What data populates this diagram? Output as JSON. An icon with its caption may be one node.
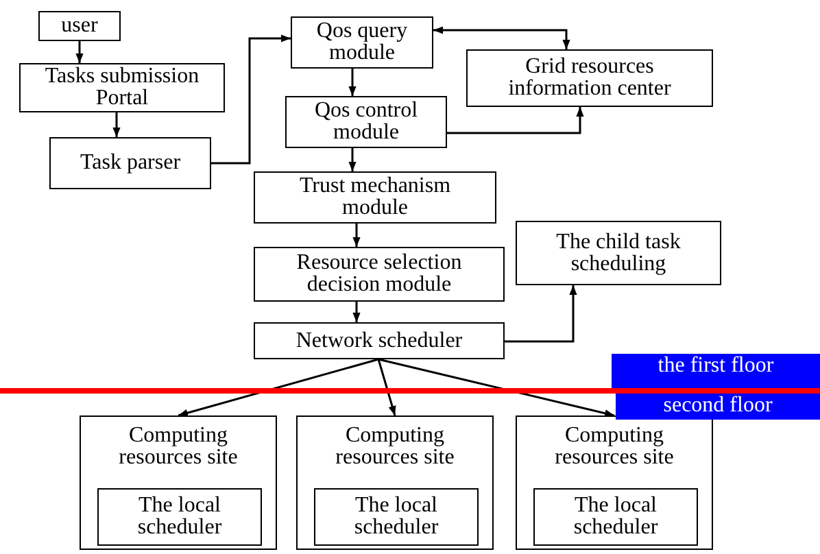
{
  "diagram": {
    "nodes": [
      {
        "text": [
          "user"
        ]
      },
      {
        "text": [
          "Tasks submission Portal"
        ]
      },
      {
        "text": [
          "Task parser"
        ]
      },
      {
        "text": [
          "Qos query module"
        ]
      },
      {
        "text": [
          "Grid resources information center"
        ]
      },
      {
        "text": [
          "Qos control module"
        ]
      },
      {
        "text": [
          "Trust mechanism module"
        ]
      },
      {
        "text": [
          "Resource selection decision module"
        ]
      },
      {
        "text": [
          "The child task scheduling"
        ]
      },
      {
        "text": [
          "Network scheduler"
        ]
      },
      {
        "text": [
          "Computing resources site"
        ]
      },
      {
        "text": [
          "The local scheduler"
        ],
        "in": 10
      },
      {
        "text": [
          "Computing resources site"
        ]
      },
      {
        "text": [
          "The local scheduler"
        ],
        "in": 12
      },
      {
        "text": [
          "Computing resources site"
        ]
      },
      {
        "text": [
          "The local scheduler"
        ],
        "in": 14
      }
    ],
    "edges": [
      {
        "from": 0,
        "to": 1,
        "arrow": "to"
      },
      {
        "from": 1,
        "to": 2,
        "arrow": "to"
      },
      {
        "from": 2,
        "to": 3,
        "arrow": "to"
      },
      {
        "from": 3,
        "to": 4,
        "arrow": "both"
      },
      {
        "from": 3,
        "to": 5,
        "arrow": "to"
      },
      {
        "from": 5,
        "to": 4,
        "arrow": "to"
      },
      {
        "from": 5,
        "to": 6,
        "arrow": "to"
      },
      {
        "from": 6,
        "to": 7,
        "arrow": "to"
      },
      {
        "from": 7,
        "to": 9,
        "arrow": "to"
      },
      {
        "from": 9,
        "to": 8,
        "arrow": "to"
      },
      {
        "from": 9,
        "to": 10,
        "arrow": "to"
      },
      {
        "from": 9,
        "to": 12,
        "arrow": "to"
      },
      {
        "from": 9,
        "to": 14,
        "arrow": "to"
      }
    ],
    "labels": [
      "the first floor",
      "second floor"
    ]
  }
}
